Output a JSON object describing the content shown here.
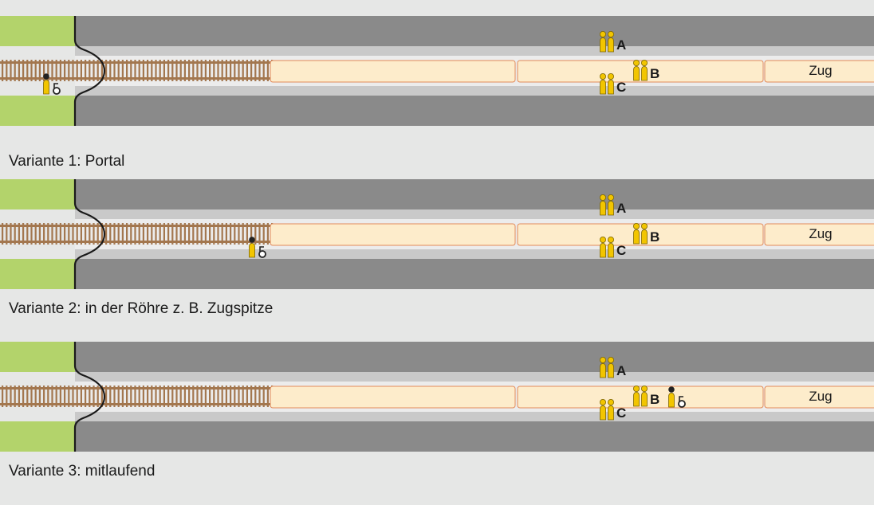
{
  "panels": [
    {
      "caption": "Variante 1: Portal",
      "guard_position": "portal"
    },
    {
      "caption": "Variante 2: in der Röhre z. B. Zugspitze",
      "guard_position": "tunnel"
    },
    {
      "caption": "Variante 3: mitlaufend",
      "guard_position": "on-train"
    }
  ],
  "labels": {
    "train": "Zug",
    "group_a": "A",
    "group_b": "B",
    "group_c": "C"
  },
  "colors": {
    "grass": "#b3d36b",
    "tunnel_wall": "#8a8a8a",
    "platform_edge": "#c9c9c9",
    "train_fill": "#fdeccb",
    "train_outline": "#e28a5a",
    "rail": "#a3774f",
    "person": "#f2c500",
    "person_outline": "#7a6300",
    "guard_head": "#222222"
  },
  "icons": {
    "person": "person-icon",
    "guard": "train-guard-icon",
    "signal": "signal-disc-icon",
    "portal": "tunnel-portal-icon"
  }
}
